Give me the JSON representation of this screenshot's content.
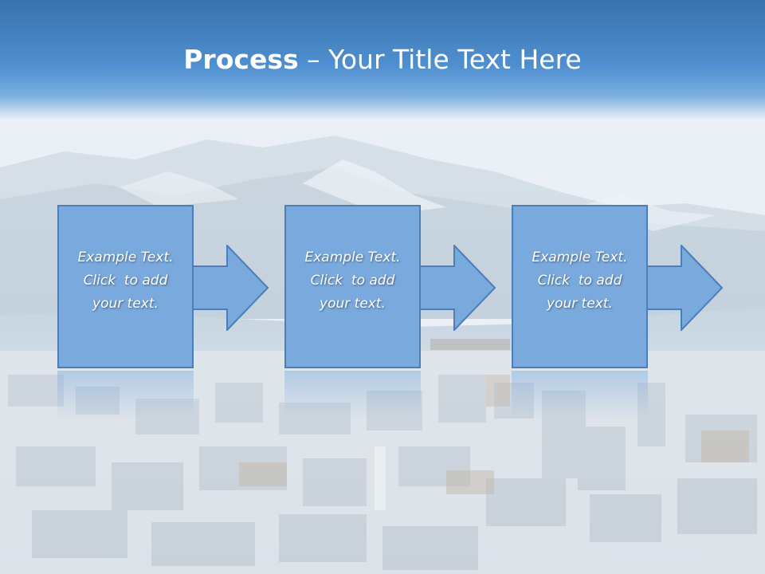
{
  "title": {
    "bold": "Process",
    "rest": " – Your Title Text Here"
  },
  "steps": [
    {
      "line1": "Example Text.",
      "line2": "Click  to add",
      "line3": "your text."
    },
    {
      "line1": "Example Text.",
      "line2": "Click  to add",
      "line3": "your text."
    },
    {
      "line1": "Example Text.",
      "line2": "Click  to add",
      "line3": "your text."
    }
  ],
  "colors": {
    "header": "#4f8fd0",
    "box_fill": "#79a9dd",
    "box_border": "#4a7fb8",
    "text": "#ffffff"
  },
  "icons": {
    "connector": "right-arrow-icon"
  }
}
